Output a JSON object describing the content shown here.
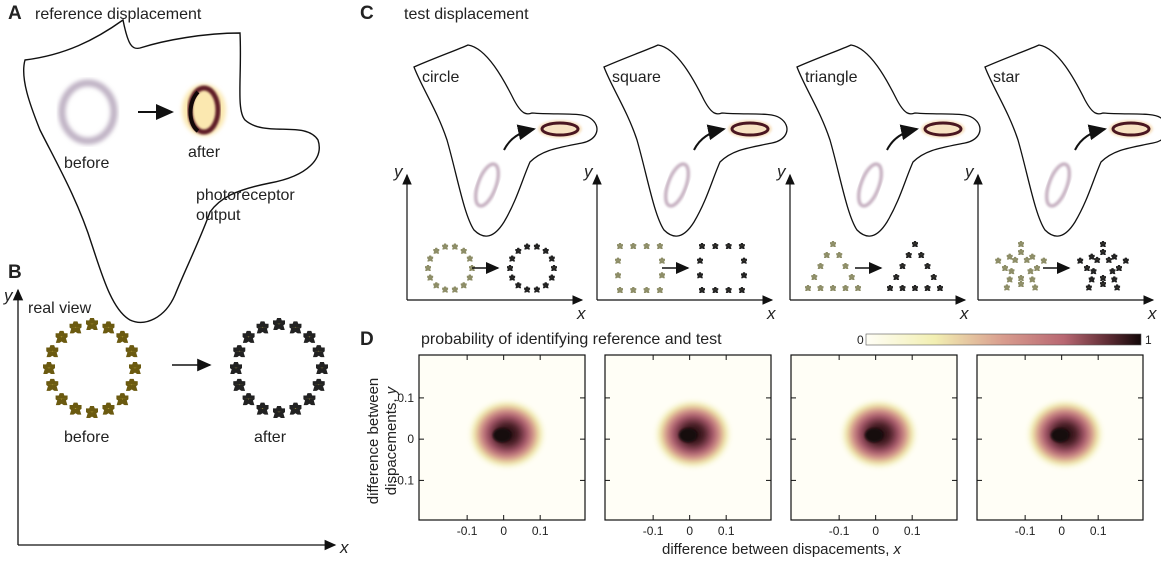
{
  "panel_a": {
    "letter": "A",
    "title": "reference displacement",
    "before_label": "before",
    "after_label": "after",
    "output_label_1": "photoreceptor",
    "output_label_2": "output"
  },
  "panel_b": {
    "letter": "B",
    "subtitle": "real view",
    "before_label": "before",
    "after_label": "after",
    "x_axis": "x",
    "y_axis": "y"
  },
  "panel_c": {
    "letter": "C",
    "title": "test displacement",
    "x_axis": "x",
    "y_axis": "y",
    "shapes": [
      "circle",
      "square",
      "triangle",
      "star"
    ]
  },
  "panel_d": {
    "letter": "D",
    "title": "probability of identifying reference and test",
    "colorbar_min": "0",
    "colorbar_max": "1",
    "xlabel_prefix": "difference between dispacements, ",
    "xlabel_var": "x",
    "ylabel_line1": "difference between",
    "ylabel_line2_prefix": "dispacements, ",
    "ylabel_var": "y",
    "x_ticks": [
      "-0.1",
      "0",
      "0.1"
    ],
    "y_ticks": [
      "0.1",
      "0",
      "-0.1"
    ],
    "colors": [
      "#fffef2",
      "#f2efb2",
      "#d89c8e",
      "#b86772",
      "#5e2c34",
      "#120708"
    ]
  },
  "chart_data": {
    "type": "heatmap",
    "title": "probability of identifying reference and test",
    "xlabel": "difference between dispacements, x",
    "ylabel": "difference between dispacements, y",
    "x_ticks": [
      -0.1,
      0,
      0.1
    ],
    "y_ticks": [
      -0.1,
      0,
      0.1
    ],
    "value_range": [
      0,
      1
    ],
    "panels": [
      "circle",
      "square",
      "triangle",
      "star"
    ]
  }
}
